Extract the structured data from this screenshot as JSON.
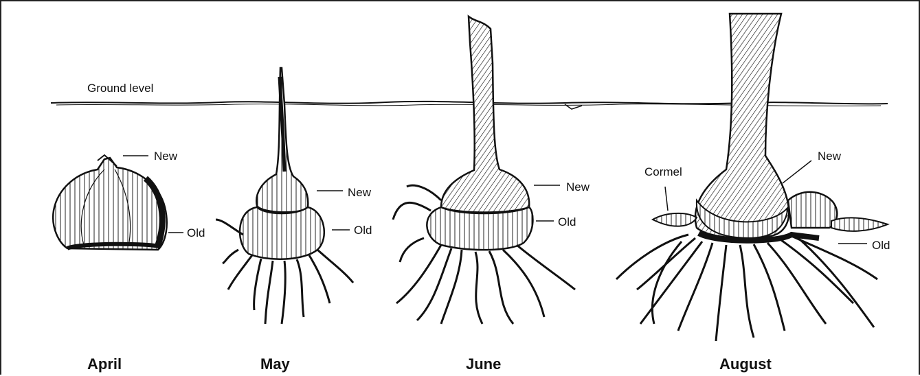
{
  "ground_label": "Ground level",
  "stages": [
    {
      "month": "April",
      "labels": {
        "new": "New",
        "old": "Old"
      }
    },
    {
      "month": "May",
      "labels": {
        "new": "New",
        "old": "Old"
      }
    },
    {
      "month": "June",
      "labels": {
        "new": "New",
        "old": "Old"
      }
    },
    {
      "month": "August",
      "labels": {
        "new": "New",
        "old": "Old",
        "cormel": "Cormel"
      }
    }
  ],
  "colors": {
    "ink": "#111111",
    "background": "#ffffff"
  }
}
